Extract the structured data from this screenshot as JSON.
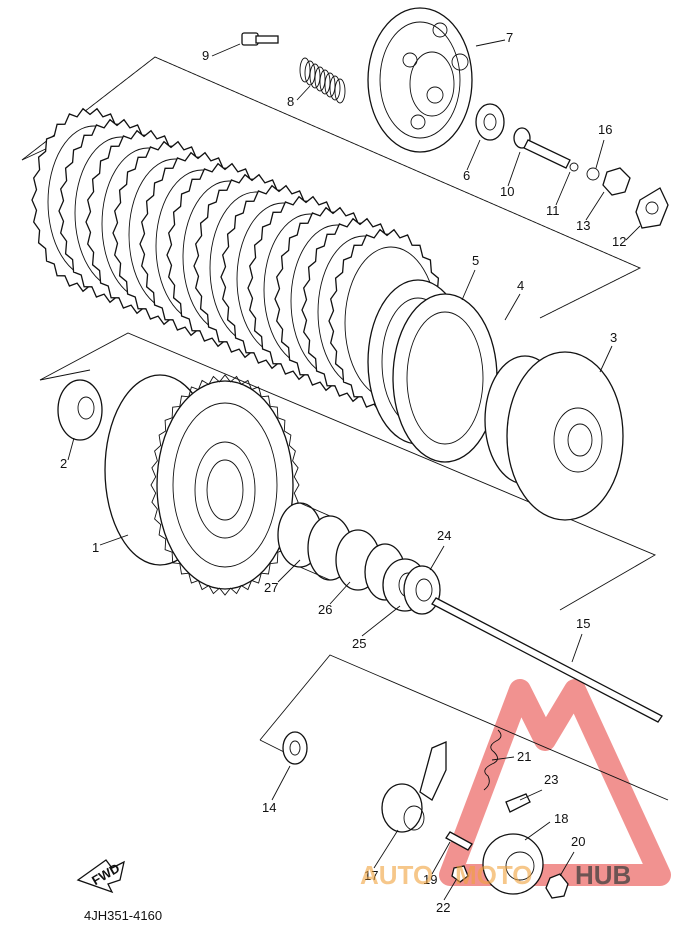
{
  "diagram": {
    "code": "4JH351-4160",
    "fwd_label": "FWD",
    "watermark": {
      "prefix": "AUTO",
      "mid": "MOTO",
      "suffix": "HUB",
      "accent": "#f0a23c",
      "dark": "#3f3f3f",
      "triangle": "#e53935"
    },
    "callouts": [
      {
        "id": "1",
        "text": "1"
      },
      {
        "id": "2",
        "text": "2"
      },
      {
        "id": "3",
        "text": "3"
      },
      {
        "id": "4",
        "text": "4"
      },
      {
        "id": "5",
        "text": "5"
      },
      {
        "id": "6",
        "text": "6"
      },
      {
        "id": "7",
        "text": "7"
      },
      {
        "id": "8",
        "text": "8"
      },
      {
        "id": "9",
        "text": "9"
      },
      {
        "id": "10",
        "text": "10"
      },
      {
        "id": "11",
        "text": "11"
      },
      {
        "id": "12",
        "text": "12"
      },
      {
        "id": "13",
        "text": "13"
      },
      {
        "id": "14",
        "text": "14"
      },
      {
        "id": "15",
        "text": "15"
      },
      {
        "id": "16",
        "text": "16"
      },
      {
        "id": "17",
        "text": "17"
      },
      {
        "id": "18",
        "text": "18"
      },
      {
        "id": "19",
        "text": "19"
      },
      {
        "id": "20",
        "text": "20"
      },
      {
        "id": "21",
        "text": "21"
      },
      {
        "id": "22",
        "text": "22"
      },
      {
        "id": "23",
        "text": "23"
      },
      {
        "id": "24",
        "text": "24"
      },
      {
        "id": "25",
        "text": "25"
      },
      {
        "id": "26",
        "text": "26"
      },
      {
        "id": "27",
        "text": "27"
      }
    ]
  }
}
